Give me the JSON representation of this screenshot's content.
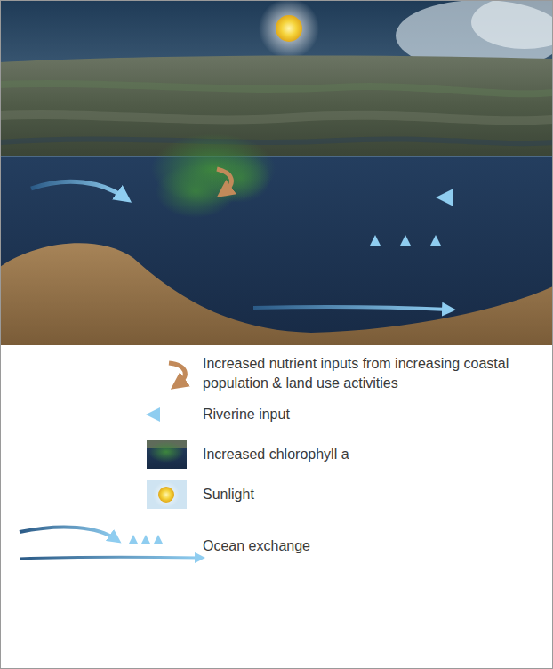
{
  "diagram": {
    "legend": [
      {
        "text": "Increased nutrient inputs from increasing coastal population & land use activities"
      },
      {
        "text": "Riverine input"
      },
      {
        "text": "Increased chlorophyll a"
      },
      {
        "text": "Sunlight"
      },
      {
        "text": "Ocean exchange"
      }
    ]
  }
}
